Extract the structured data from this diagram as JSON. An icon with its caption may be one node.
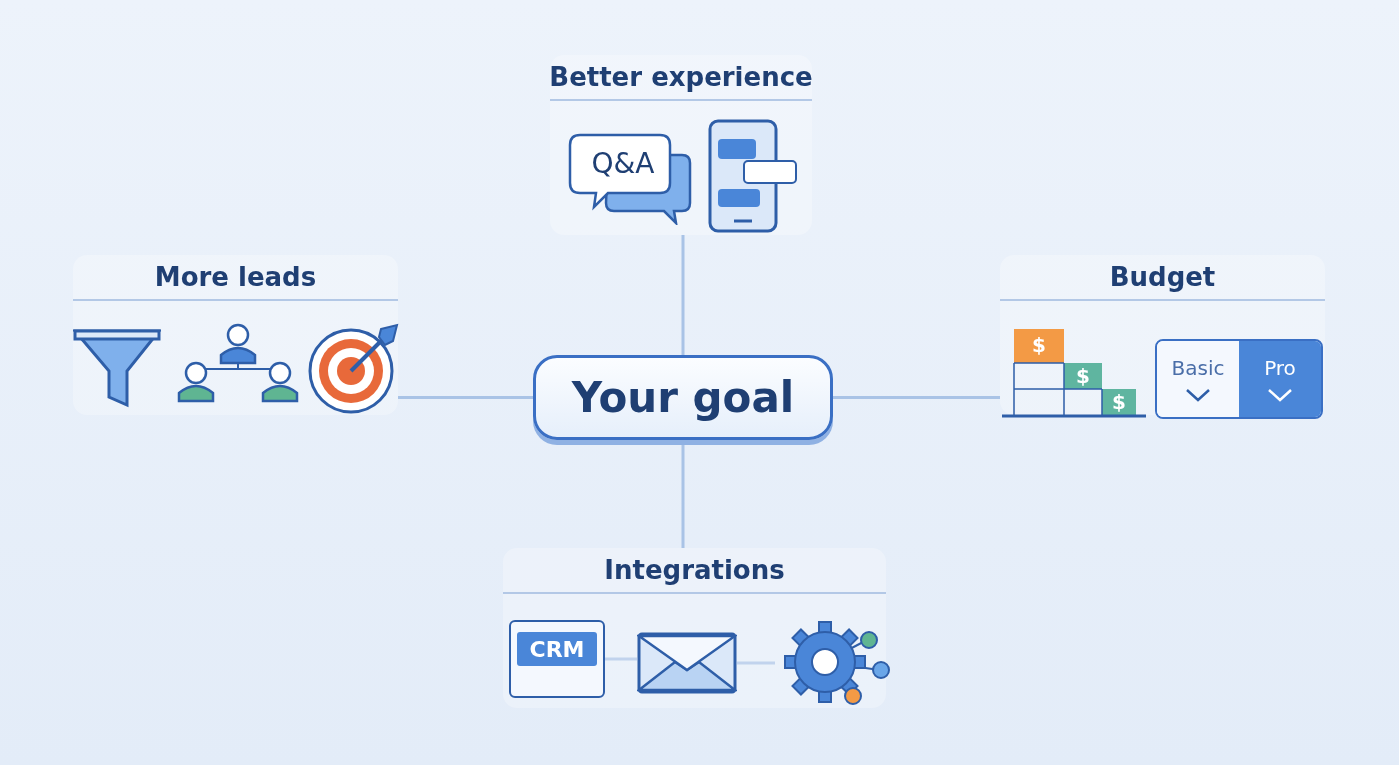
{
  "diagram": {
    "nodes": [
      {
        "text": [
          "Your goal"
        ]
      },
      {
        "text": [
          "Better experience"
        ]
      },
      {
        "text": [
          "Q&A"
        ],
        "in": 1
      },
      {
        "text": [
          "More leads"
        ]
      },
      {
        "text": [
          "Budget"
        ]
      },
      {
        "text": [
          "Basic",
          "Pro"
        ],
        "in": 4
      },
      {
        "text": [
          "Integrations"
        ]
      },
      {
        "text": [
          "CRM"
        ],
        "in": 6
      },
      {
        "text": [],
        "shape": "picture",
        "in": 6
      },
      {
        "text": [],
        "shape": "picture",
        "in": 6
      }
    ],
    "edges": [
      {
        "from": 0,
        "to": 1,
        "arrow": "none"
      },
      {
        "from": 0,
        "to": 3,
        "arrow": "none"
      },
      {
        "from": 0,
        "to": 4,
        "arrow": "none"
      },
      {
        "from": 0,
        "to": 6,
        "arrow": "none"
      },
      {
        "from": 7,
        "to": 8,
        "arrow": "none"
      },
      {
        "from": 8,
        "to": 9,
        "arrow": "none"
      }
    ],
    "labels": [
      "$",
      "$",
      "$"
    ]
  }
}
